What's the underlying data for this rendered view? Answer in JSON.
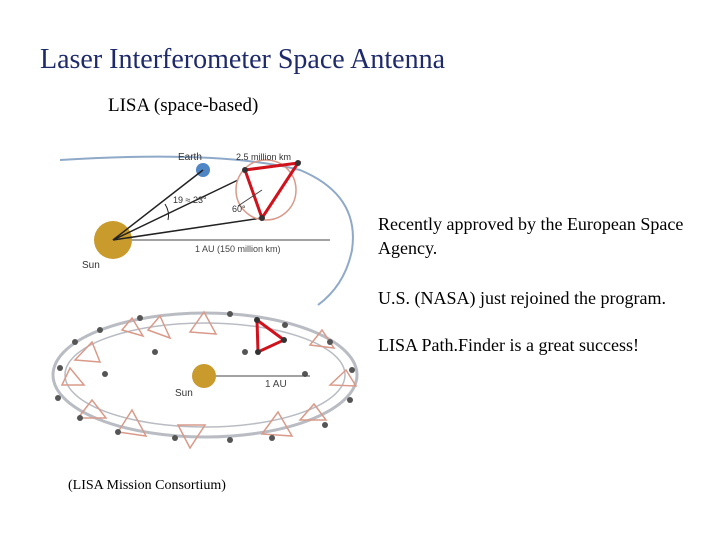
{
  "slide": {
    "title": "Laser Interferometer Space Antenna",
    "subtitle": "LISA (space-based)",
    "bullets": [
      "Recently approved by the European Space Agency.",
      "U.S. (NASA) just rejoined the program.",
      "LISA Path.Finder is a great success!"
    ],
    "credit": "(LISA Mission Consortium)"
  },
  "figure_top": {
    "earth_label": "Earth",
    "distance_label": "2.5 million km",
    "angle_trail_label": "19 ≈ 23°",
    "angle_tilt_label": "60°",
    "au_label": "1 AU (150 million km)",
    "sun_label": "Sun"
  },
  "figure_bottom": {
    "sun_label": "Sun",
    "au_label": "1 AU"
  },
  "colors": {
    "title": "#1f2a6b",
    "sun": "#c99a2c",
    "earth": "#4f86c6",
    "orbit": "#8fa9c8",
    "arm": "#d0121d",
    "arm_light": "#d99a8a"
  }
}
